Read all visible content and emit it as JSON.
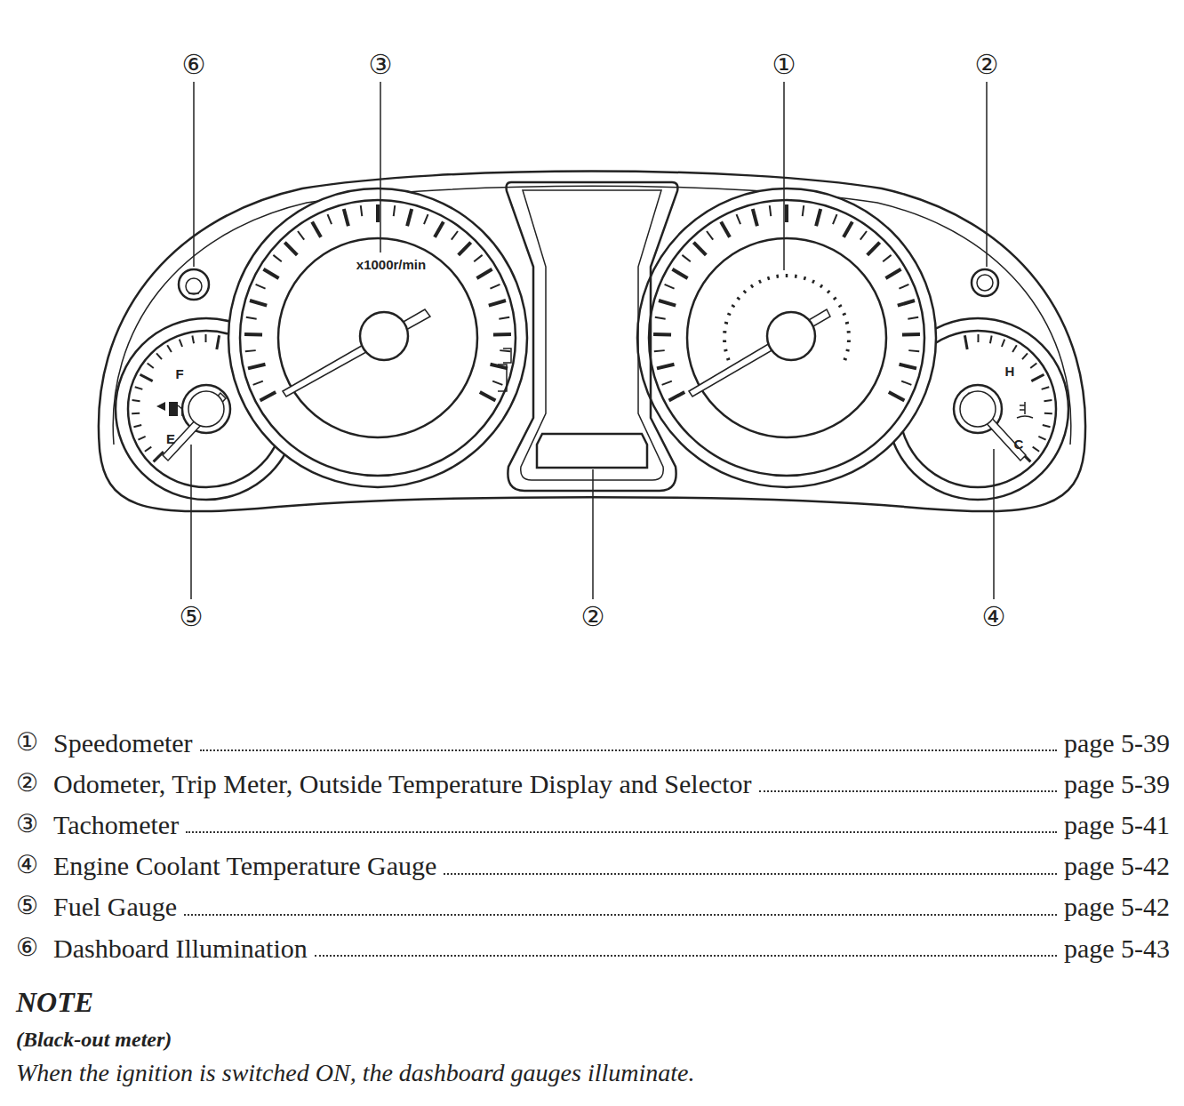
{
  "diagram": {
    "labels": [
      "⑥",
      "③",
      "①",
      "②",
      "x1000r/min",
      "F",
      "E",
      "H",
      "C",
      "⑤",
      "②",
      "④",
      "①",
      "Speedometer",
      "page 5-39",
      "②",
      "Odometer, Trip Meter, Outside Temperature Display and Selector",
      "page 5-39",
      "③",
      "Tachometer",
      "page 5-41",
      "④",
      "Engine Coolant Temperature Gauge",
      "page 5-42",
      "⑤",
      "Fuel Gauge",
      "page 5-42",
      "⑥",
      "Dashboard Illumination",
      "page 5-43",
      "NOTE",
      "(Black-out meter)",
      "When the ignition is switched ON, the dashboard gauges illuminate."
    ]
  }
}
